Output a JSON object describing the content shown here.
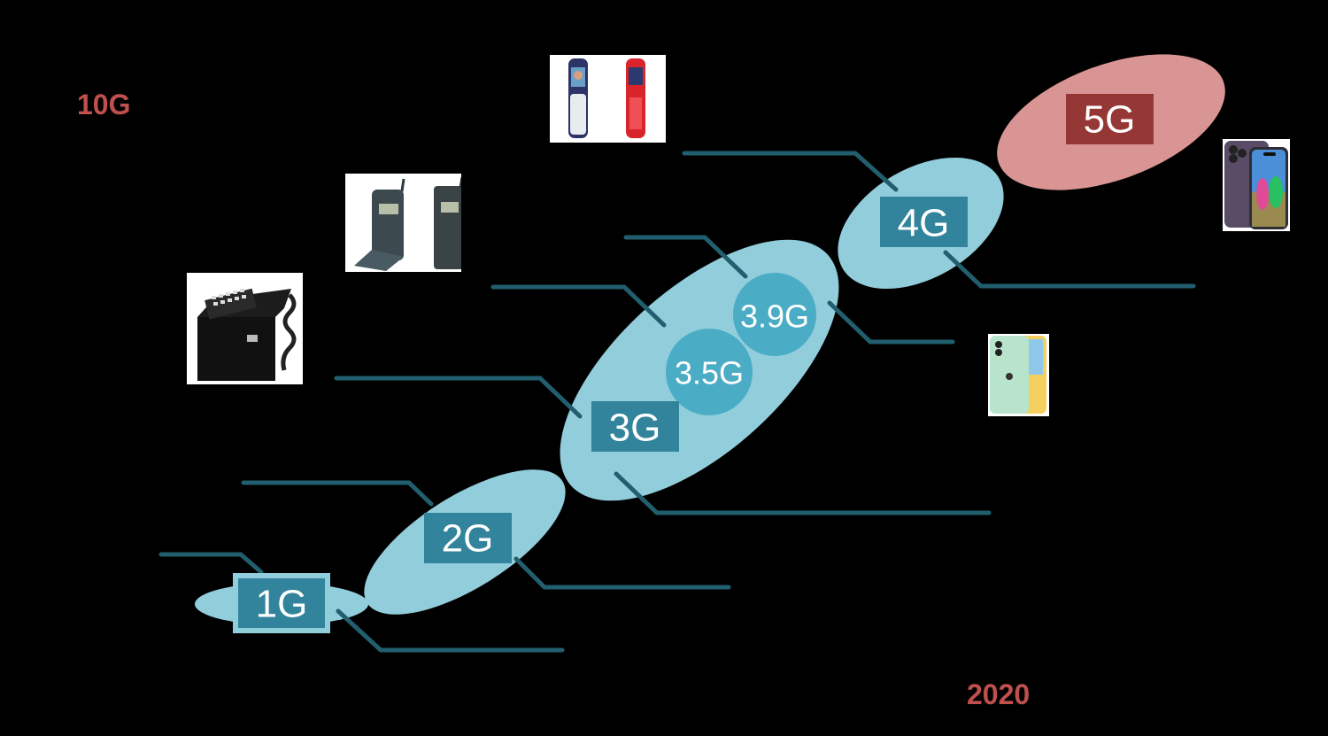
{
  "colors": {
    "background": "#000000",
    "ellipse_light": "#92cddc",
    "label_box": "#31849b",
    "sub_circle": "#4bacc6",
    "leader_line": "#215e6e",
    "fiveg_ellipse": "#d99594",
    "fiveg_box": "#953735",
    "accent_text": "#c0504d"
  },
  "annotations": {
    "top_left": "10G",
    "bottom_year": "2020"
  },
  "generations": [
    {
      "id": "1g",
      "label": "1G"
    },
    {
      "id": "2g",
      "label": "2G"
    },
    {
      "id": "3g",
      "label": "3G"
    },
    {
      "id": "3_5g",
      "label": "3.5G"
    },
    {
      "id": "3_9g",
      "label": "3.9G"
    },
    {
      "id": "4g",
      "label": "4G"
    },
    {
      "id": "5g",
      "label": "5G"
    }
  ],
  "devices": [
    {
      "id": "shoulder-phone",
      "description": "1G shoulder phone"
    },
    {
      "id": "flip-phones-2g",
      "description": "2G flip phones"
    },
    {
      "id": "feature-phones-3g",
      "description": "3G flip feature phones"
    },
    {
      "id": "iphone-11",
      "description": "green smartphone"
    },
    {
      "id": "iphone-14-pro",
      "description": "purple smartphone"
    }
  ]
}
